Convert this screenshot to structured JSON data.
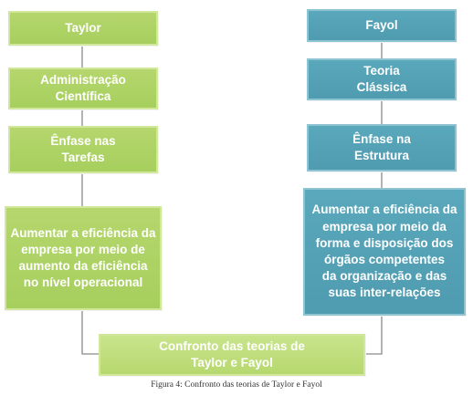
{
  "diagram": {
    "left_column": {
      "title": "Taylor",
      "level2": [
        "Administração",
        "Científica"
      ],
      "level3": [
        "Ênfase nas",
        "Tarefas"
      ],
      "level4": [
        "Aumentar a eficiência da",
        "empresa por meio de",
        "aumento da eficiência",
        "no nível operacional"
      ]
    },
    "right_column": {
      "title": "Fayol",
      "level2": [
        "Teoria",
        "Clássica"
      ],
      "level3": [
        "Ênfase na",
        "Estrutura"
      ],
      "level4": [
        "Aumentar a eficiência da",
        "empresa por meio da",
        "forma e disposição dos",
        "órgãos competentes",
        "da organização e das",
        "suas inter-relações"
      ]
    },
    "bottom": [
      "Confronto das teorias de",
      "Taylor e Fayol"
    ]
  },
  "caption": "Figura 4: Confronto das teorias de Taylor e Fayol",
  "colors": {
    "taylor_green": "#a6cf5d",
    "fayol_teal": "#4f9bb0",
    "connector": "#8a8a8a"
  }
}
